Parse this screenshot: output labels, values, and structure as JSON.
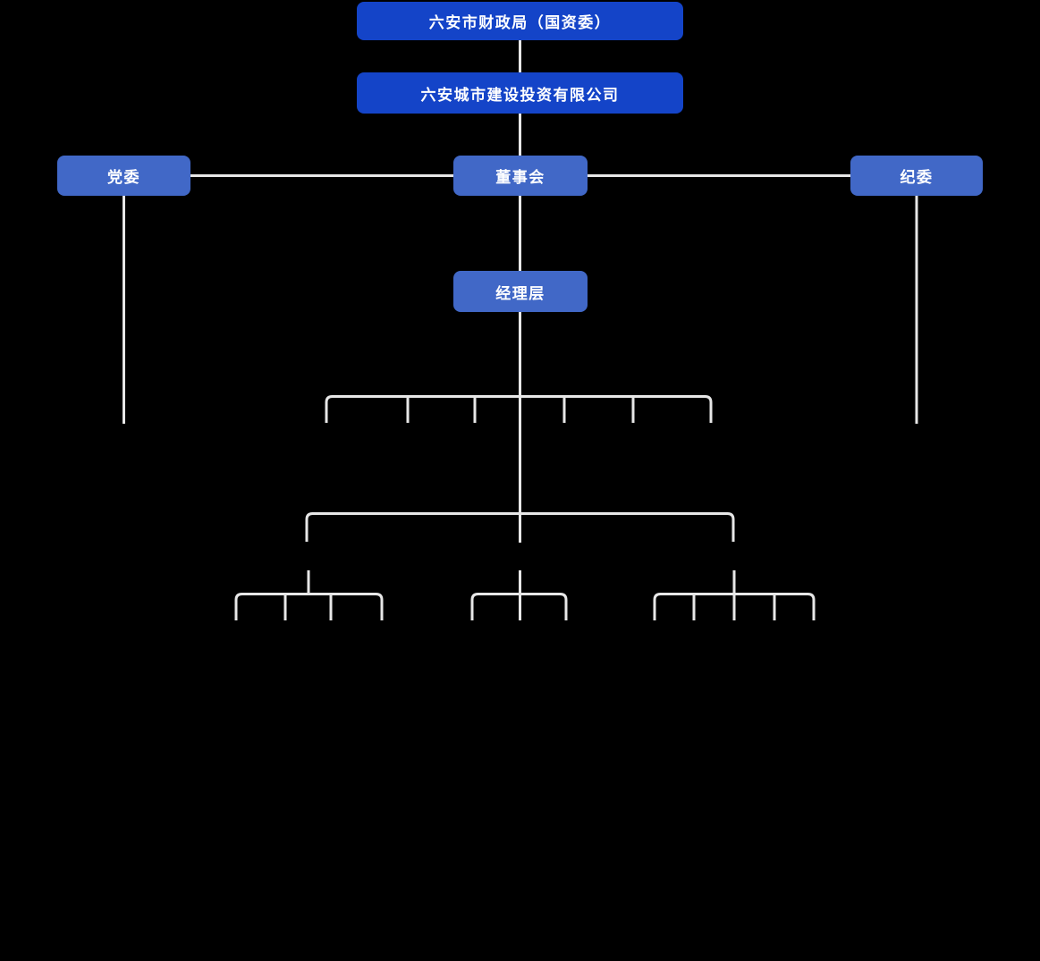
{
  "org_chart": {
    "type": "org-tree",
    "nodes": [
      {
        "id": "root",
        "label": "六安市财政局（国资委）",
        "level": 1
      },
      {
        "id": "company",
        "label": "六安城市建设投资有限公司",
        "level": 2
      },
      {
        "id": "party",
        "label": "党委",
        "level": 3
      },
      {
        "id": "board",
        "label": "董事会",
        "level": 3
      },
      {
        "id": "discipline",
        "label": "纪委",
        "level": 3
      },
      {
        "id": "management",
        "label": "经理层",
        "level": 4
      }
    ],
    "colors": {
      "background": "#000000",
      "primary_box": "#1444c8",
      "secondary_box": "#4168c7",
      "box_text": "#ffffff",
      "connector_line": "#e7e7e7"
    }
  }
}
